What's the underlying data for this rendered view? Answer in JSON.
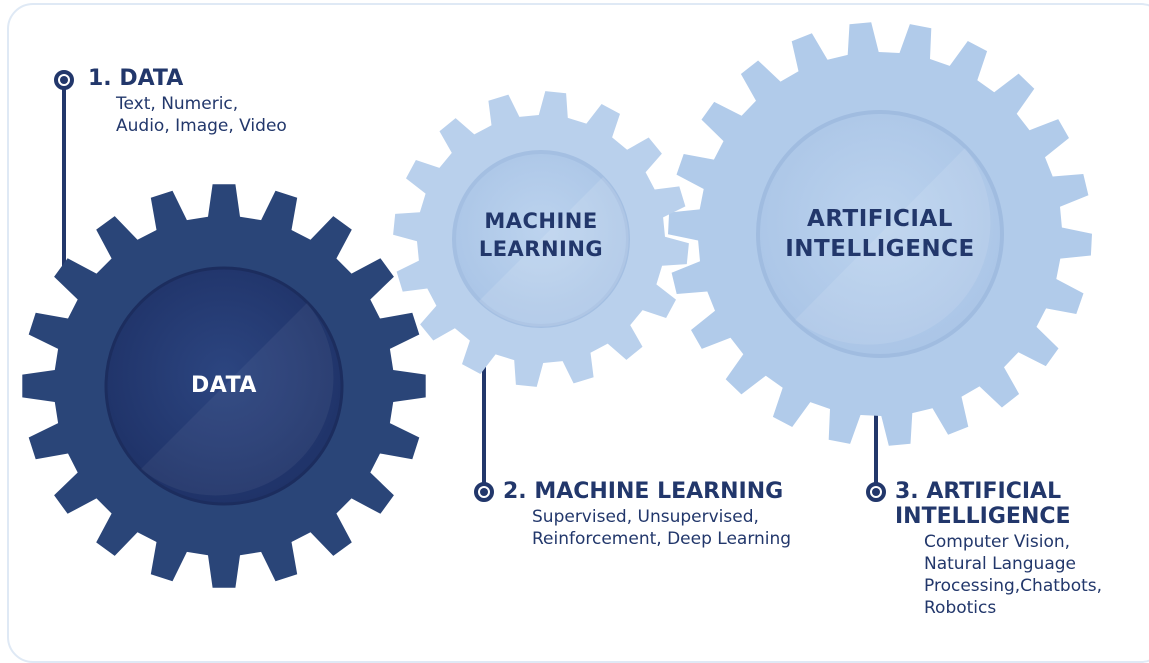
{
  "colors": {
    "dark_navy": "#21376b",
    "light_blue": "#b4cdea",
    "text": "#22376b"
  },
  "gears": [
    {
      "label": "DATA"
    },
    {
      "label": "MACHINE\nLEARNING"
    },
    {
      "label": "ARTIFICIAL\nINTELLIGENCE"
    }
  ],
  "steps": [
    {
      "heading": "1. DATA",
      "description": "Text, Numeric,\nAudio, Image, Video"
    },
    {
      "heading": "2. MACHINE LEARNING",
      "description": "Supervised, Unsupervised,\nReinforcement, Deep Learning"
    },
    {
      "heading": "3. ARTIFICIAL\nINTELLIGENCE",
      "description": "Computer Vision,\nNatural Language\nProcessing,Chatbots,\nRobotics"
    }
  ]
}
